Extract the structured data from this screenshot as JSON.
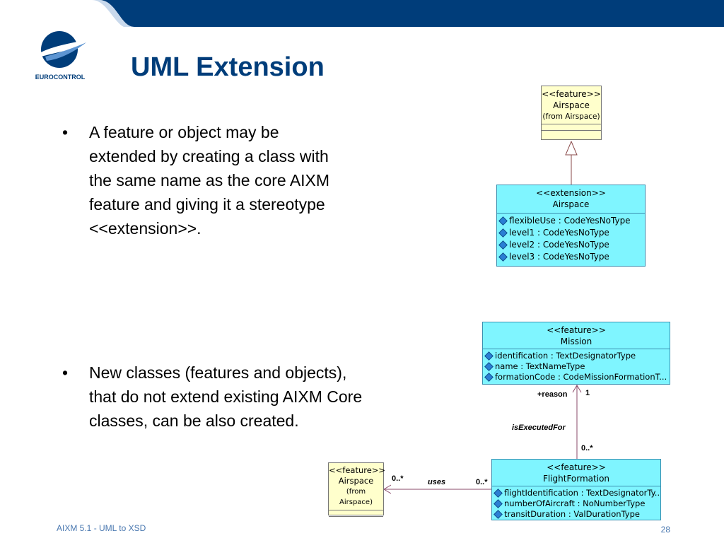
{
  "header": {
    "brand": "EUROCONTROL",
    "title": "UML Extension",
    "colors": {
      "bar": "#003d7a",
      "accent": "#7fa7d4"
    }
  },
  "bullets": [
    {
      "marker": "•",
      "text": "A feature or object may be\nextended by creating a class with\nthe same name as the core AIXM\nfeature and giving it a stereotype\n<<extension>>."
    },
    {
      "marker": "•",
      "text": "New classes (features and objects),\nthat do not extend existing AIXM Core\nclasses, can be also created."
    }
  ],
  "diagram1": {
    "core": {
      "stereotype": "<<feature>>",
      "name": "Airspace",
      "from": "(from Airspace)"
    },
    "extension": {
      "stereotype": "<<extension>>",
      "name": "Airspace",
      "attributes": [
        "flexibleUse : CodeYesNoType",
        "level1 : CodeYesNoType",
        "level2 : CodeYesNoType",
        "level3 : CodeYesNoType"
      ]
    }
  },
  "diagram2": {
    "mission": {
      "stereotype": "<<feature>>",
      "name": "Mission",
      "attributes": [
        "identification : TextDesignatorType",
        "name : TextNameType",
        "formationCode : CodeMissionFormationT..."
      ]
    },
    "formation": {
      "stereotype": "<<feature>>",
      "name": "FlightFormation",
      "attributes": [
        "flightIdentification : TextDesignatorTy...",
        "numberOfAircraft : NoNumberType",
        "transitDuration : ValDurationType"
      ]
    },
    "airspace": {
      "stereotype": "<<feature>>",
      "name": "Airspace",
      "from": "(from Airspace)"
    },
    "assoc1": {
      "role": "+reason",
      "mult_top": "1",
      "name": "isExecutedFor",
      "mult_bottom": "0..*"
    },
    "assoc2": {
      "name": "uses",
      "mult_left": "0..*",
      "mult_right": "0..*"
    }
  },
  "footer": {
    "left": "AIXM 5.1 - UML to XSD",
    "page": "28"
  }
}
